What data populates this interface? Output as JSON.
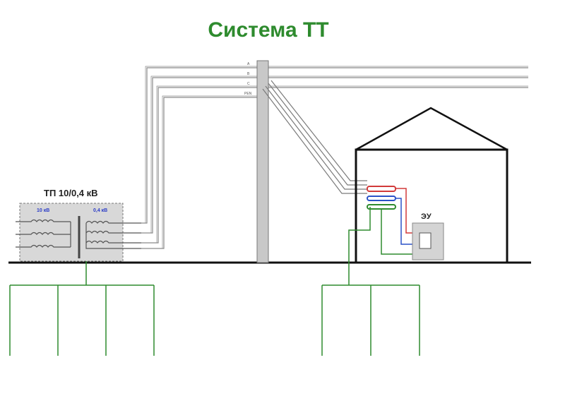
{
  "title": "Система ТТ",
  "substation": {
    "label": "ТП 10/0,4 кВ",
    "hv_label": "10 кВ",
    "lv_label": "0,4 кВ"
  },
  "building": {
    "device_label": "ЭУ"
  },
  "line_marks": [
    "A",
    "B",
    "C",
    "PEN"
  ],
  "colors": {
    "title": "#2e8b2e",
    "earth": "#2e8b2e",
    "kv_text": "#2b3cc7",
    "phase_bar": "#d23a3a",
    "neutral_bar": "#2b52c7"
  }
}
